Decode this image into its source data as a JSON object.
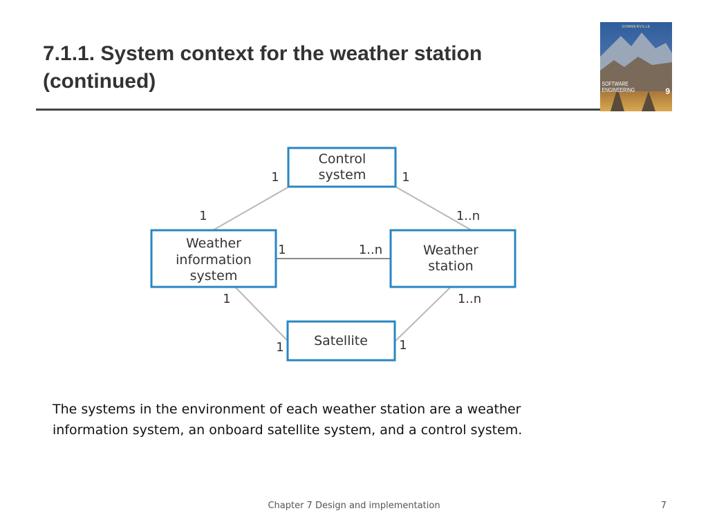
{
  "slide": {
    "title_lines": [
      "7.1.1. System context for the weather station",
      "(continued)"
    ],
    "caption_lines": [
      "The systems in the environment of each weather station are a weather",
      "information system, an onboard satellite system, and a control system."
    ],
    "footer": "Chapter 7 Design and implementation",
    "page_number": "7"
  },
  "cover": {
    "author": "SOMMERVILLE",
    "title": "SOFTWARE ENGINEERING",
    "edition": "9",
    "colors": {
      "sky": "#3d6aa8",
      "building": "#8a6a3a",
      "ground": "#c89a4a"
    }
  },
  "diagram": {
    "colors": {
      "box_border": "#2a86c2",
      "edge": "#b8b8b8"
    },
    "nodes": {
      "control_system": [
        "Control",
        "system"
      ],
      "weather_information_system": [
        "Weather",
        "information",
        "system"
      ],
      "weather_station": [
        "Weather",
        "station"
      ],
      "satellite": [
        "Satellite"
      ]
    },
    "multiplicities": {
      "control_left": "1",
      "control_right": "1",
      "wis_top": "1",
      "ws_top": "1..n",
      "wis_right": "1",
      "ws_left": "1..n",
      "wis_bottom": "1",
      "ws_bottom": "1..n",
      "sat_left": "1",
      "sat_right": "1"
    }
  }
}
